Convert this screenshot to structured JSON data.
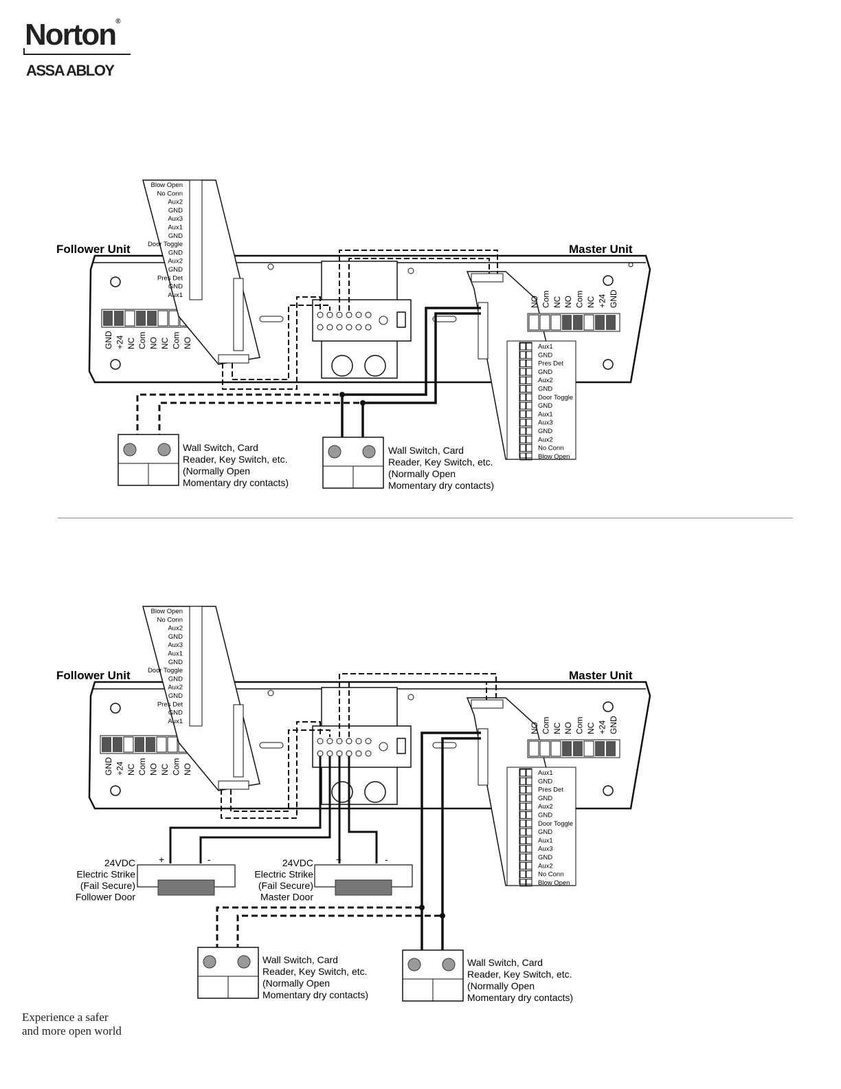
{
  "header": {
    "brand": "Norton",
    "brand_mark": "®",
    "parent_brand": "ASSA ABLOY"
  },
  "footer": {
    "tagline_line1": "Experience a safer",
    "tagline_line2": "and more open world"
  },
  "diagram_top": {
    "follower_label": "Follower Unit",
    "master_label": "Master Unit",
    "follower_terminals": [
      "Blow Open",
      "No Conn",
      "Aux2",
      "GND",
      "Aux3",
      "Aux1",
      "GND",
      "Door Toggle",
      "GND",
      "Aux2",
      "GND",
      "Pres Det",
      "GND",
      "Aux1"
    ],
    "master_terminals": [
      "Aux1",
      "GND",
      "Pres Det",
      "GND",
      "Aux2",
      "GND",
      "Door Toggle",
      "GND",
      "Aux1",
      "Aux3",
      "GND",
      "Aux2",
      "No Conn",
      "Blow Open"
    ],
    "follower_relay_labels": [
      "GND",
      "+24",
      "NC",
      "Com",
      "NO",
      "NC",
      "Com",
      "NO"
    ],
    "master_relay_labels": [
      "NO",
      "Com",
      "NC",
      "NO",
      "Com",
      "NC",
      "+24",
      "GND"
    ],
    "switch_lines": [
      "Wall Switch, Card",
      "Reader, Key Switch, etc.",
      "(Normally Open",
      "Momentary dry contacts)"
    ]
  },
  "diagram_bottom": {
    "follower_label": "Follower Unit",
    "master_label": "Master Unit",
    "follower_terminals": [
      "Blow Open",
      "No Conn",
      "Aux2",
      "GND",
      "Aux3",
      "Aux1",
      "GND",
      "Door Toggle",
      "GND",
      "Aux2",
      "GND",
      "Pres Det",
      "GND",
      "Aux1"
    ],
    "master_terminals": [
      "Aux1",
      "GND",
      "Pres Det",
      "GND",
      "Aux2",
      "GND",
      "Door Toggle",
      "GND",
      "Aux1",
      "Aux3",
      "GND",
      "Aux2",
      "No Conn",
      "Blow Open"
    ],
    "follower_relay_labels": [
      "GND",
      "+24",
      "NC",
      "Com",
      "NO",
      "NC",
      "Com",
      "NO"
    ],
    "master_relay_labels": [
      "NO",
      "Com",
      "NC",
      "NO",
      "Com",
      "NC",
      "+24",
      "GND"
    ],
    "strike_follower_lines": [
      "24VDC",
      "Electric Strike",
      "(Fail Secure)",
      "Follower Door"
    ],
    "strike_master_lines": [
      "24VDC",
      "Electric Strike",
      "(Fail Secure)",
      "Master Door"
    ],
    "plus": "+",
    "minus": "-",
    "switch_lines": [
      "Wall Switch, Card",
      "Reader, Key Switch, etc.",
      "(Normally Open",
      "Momentary dry contacts)"
    ]
  }
}
